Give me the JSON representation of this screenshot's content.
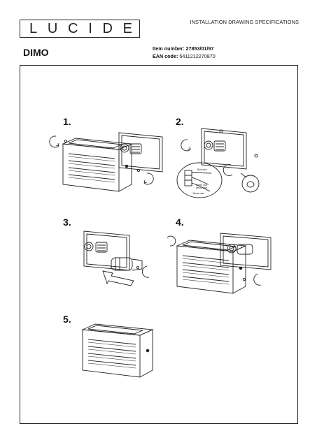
{
  "brand": {
    "letters": [
      "L",
      "U",
      "C",
      "I",
      "D",
      "E"
    ]
  },
  "header": {
    "title": "INSTALLATION DRAWING SPECIFICATIONS"
  },
  "product": {
    "name": "DIMO",
    "item_label": "Item number:",
    "item_number": "27853/01/97",
    "ean_label": "EAN code:",
    "ean_code": "5411212270870"
  },
  "steps": [
    {
      "label": "1."
    },
    {
      "label": "2."
    },
    {
      "label": "3."
    },
    {
      "label": "4."
    },
    {
      "label": "5."
    }
  ],
  "wiring": {
    "blue": "Blue wire",
    "green_yellow_1": "Green and",
    "green_yellow_2": "yellow wire",
    "brown": "Brown wire"
  }
}
